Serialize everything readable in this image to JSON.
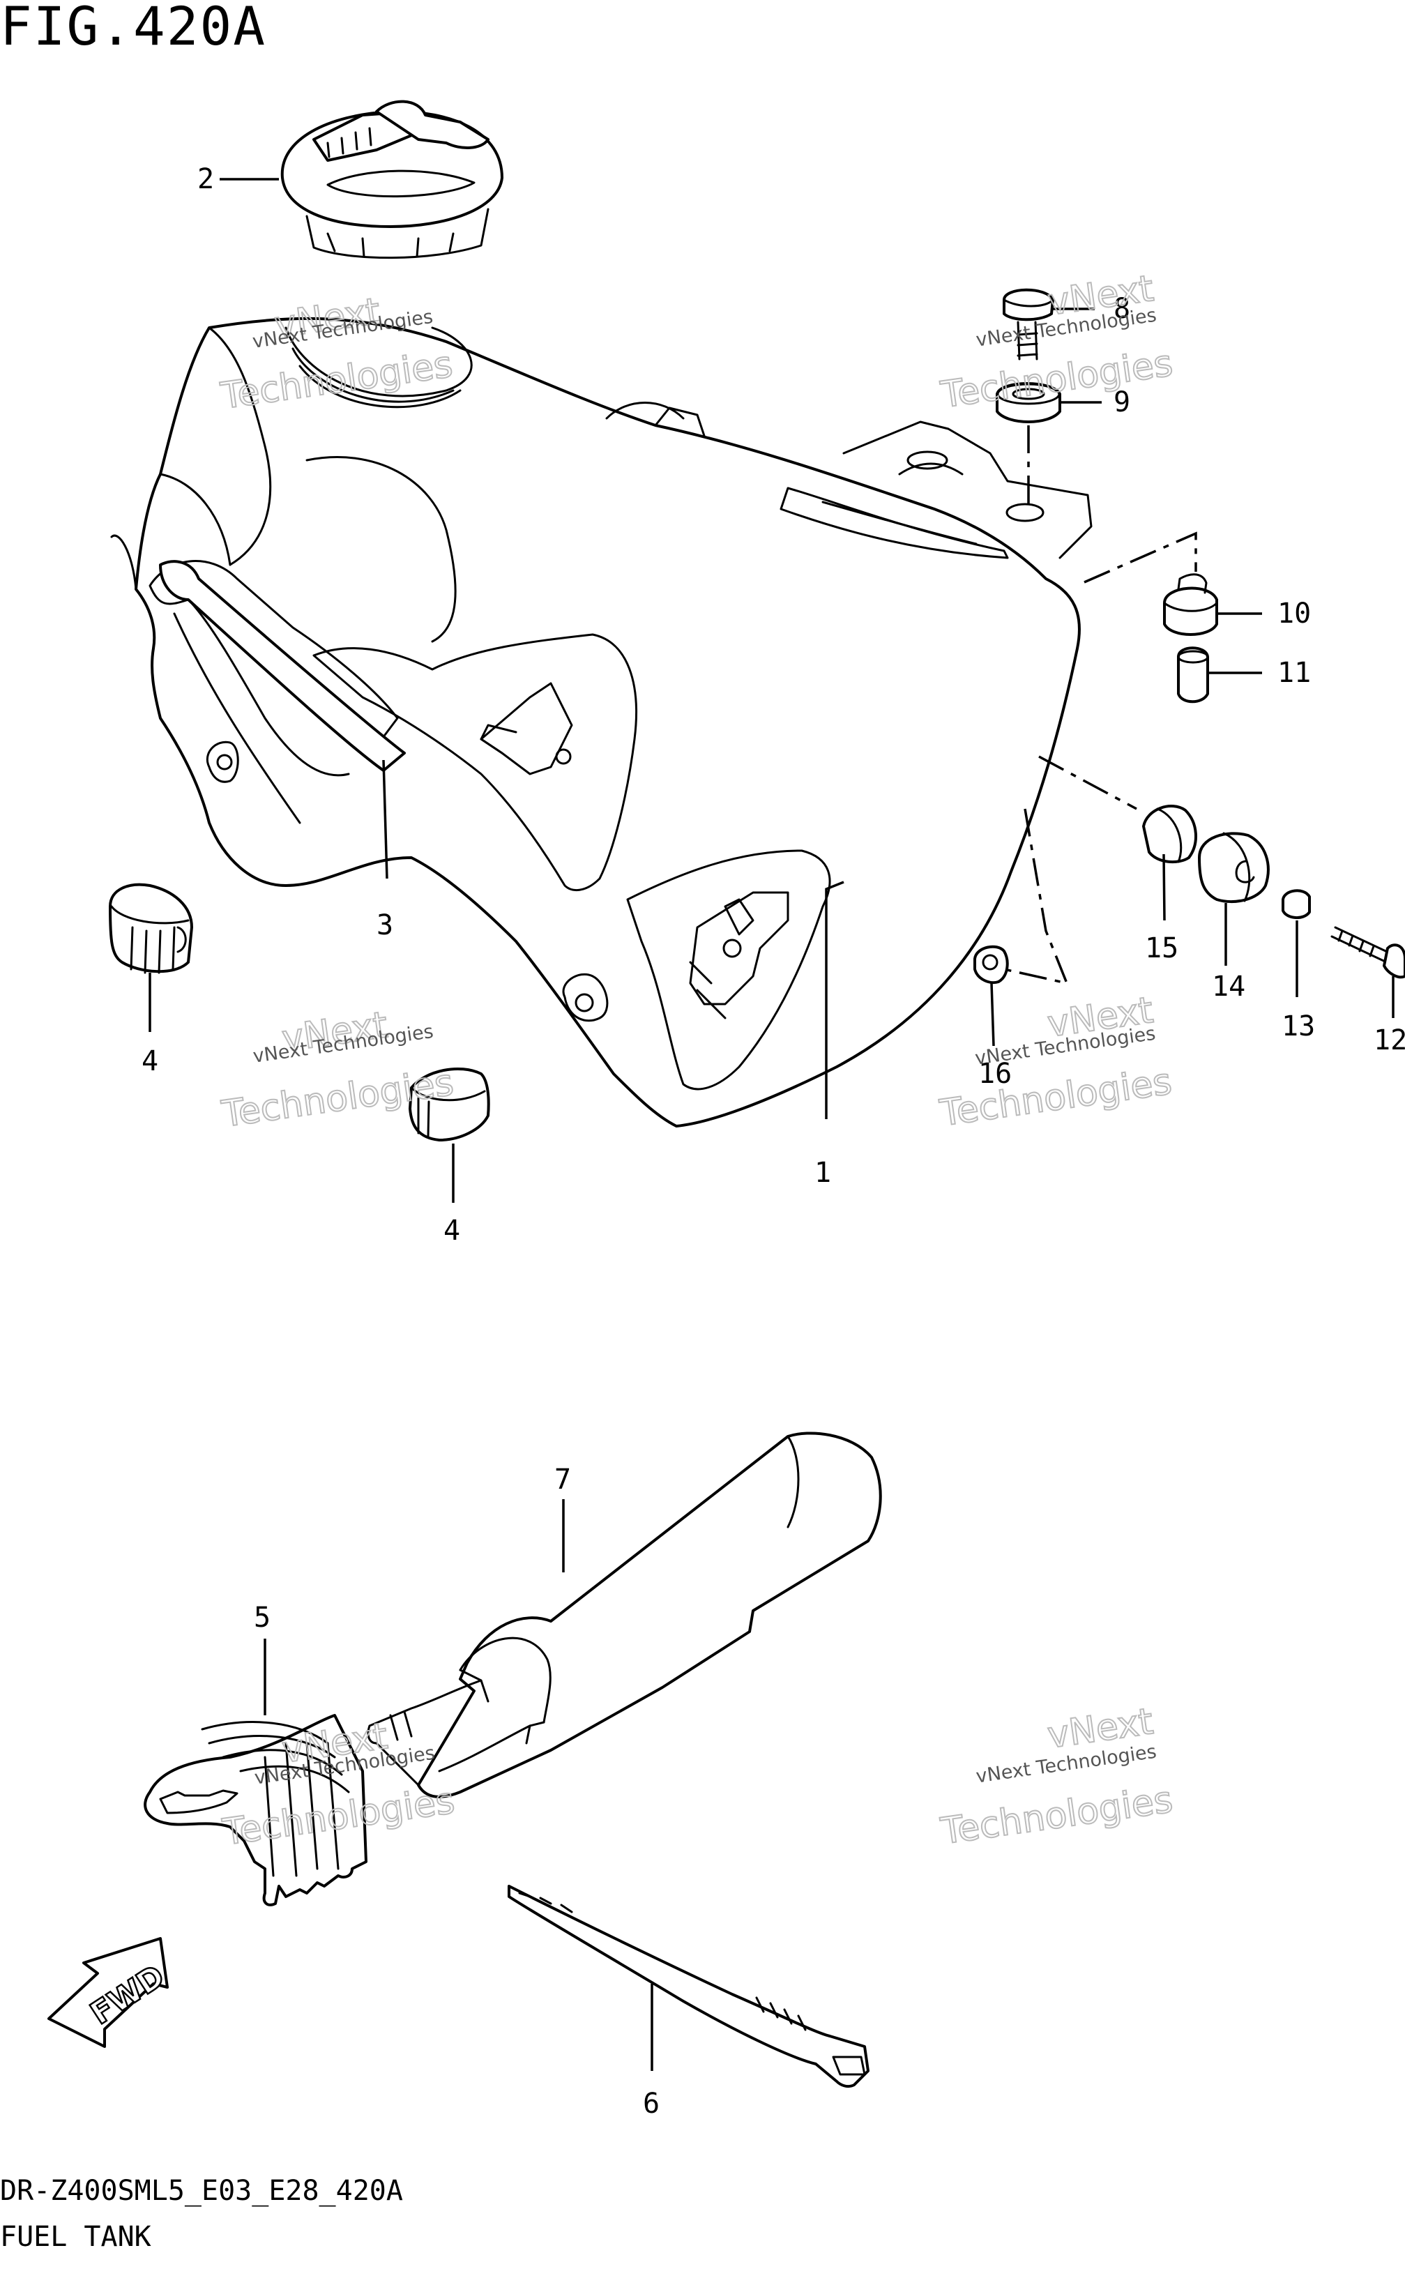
{
  "figure_title": "FIG.420A",
  "model_code": "DR-Z400SML5_E03_E28_420A",
  "section_name": "FUEL TANK",
  "fwd_label": "FWD",
  "watermark": {
    "line1": "vNext Technologies",
    "line2": "Technologies",
    "line3": "vNext"
  },
  "callouts": [
    "1",
    "2",
    "3",
    "4",
    "4",
    "5",
    "6",
    "7",
    "8",
    "9",
    "10",
    "11",
    "12",
    "13",
    "14",
    "15",
    "16"
  ]
}
